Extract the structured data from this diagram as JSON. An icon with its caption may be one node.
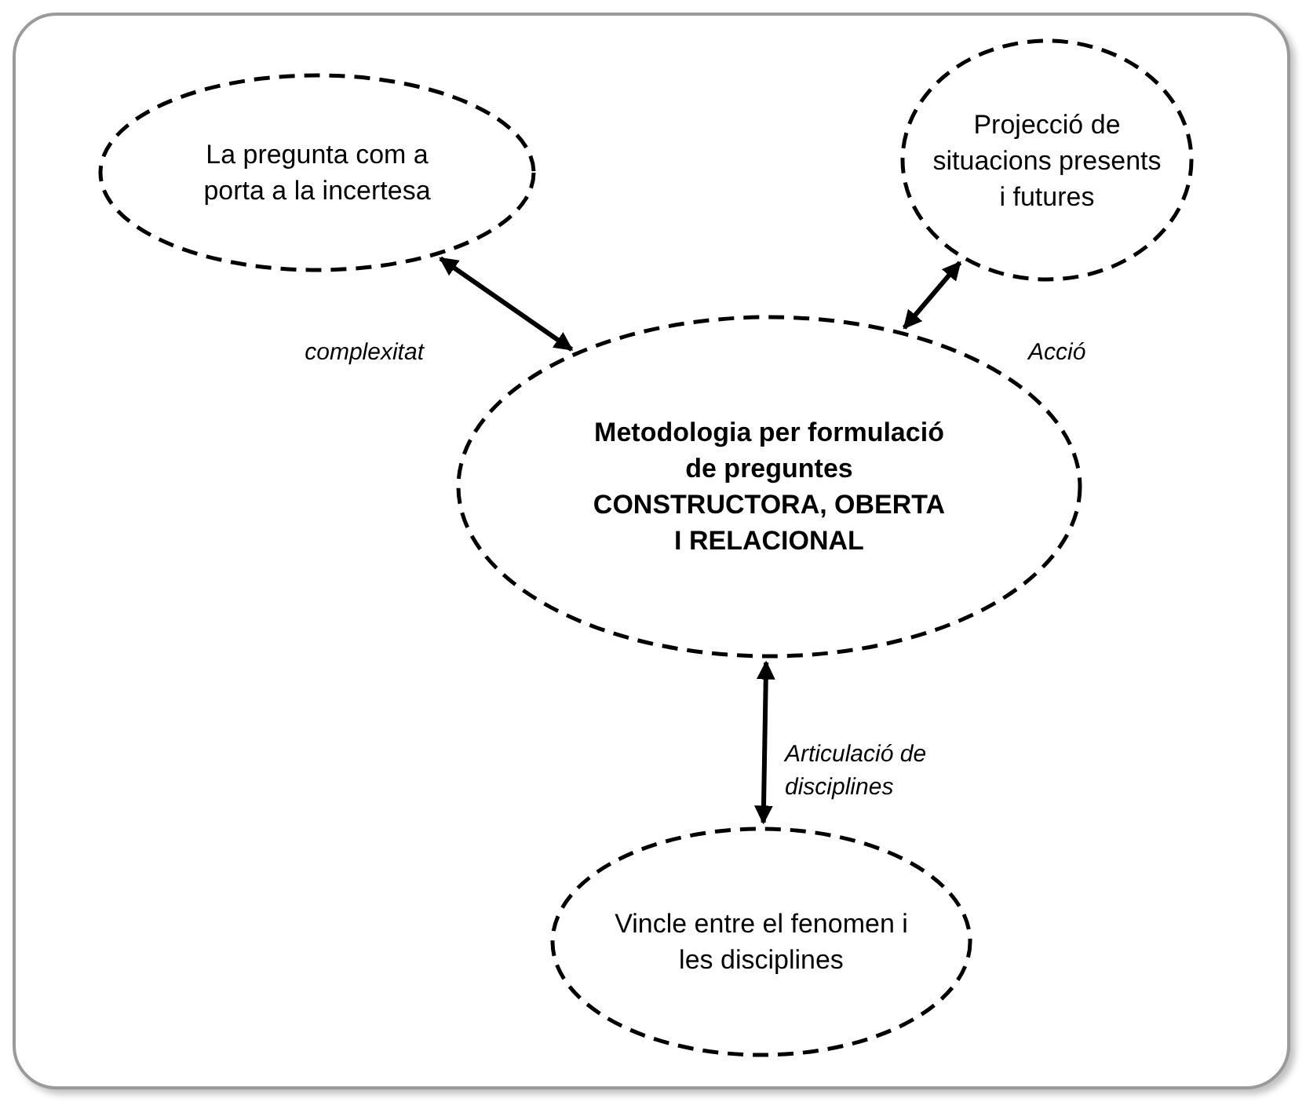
{
  "diagram": {
    "nodes": [
      {
        "text": [
          "La pregunta com a porta a la incertesa"
        ]
      },
      {
        "text": [
          "Projecció de situacions presents i futures"
        ]
      },
      {
        "text": [
          "Metodologia per formulació de preguntes CONSTRUCTORA, OBERTA I RELACIONAL"
        ]
      },
      {
        "text": [
          "Vincle entre el fenomen i les disciplines"
        ]
      }
    ],
    "edges": [
      {
        "from": 0,
        "to": 2,
        "arrow": "both",
        "label": "complexitat"
      },
      {
        "from": 1,
        "to": 2,
        "arrow": "both",
        "label": "Acció"
      },
      {
        "from": 2,
        "to": 3,
        "arrow": "both",
        "label": "Articulació de disciplines"
      }
    ]
  }
}
